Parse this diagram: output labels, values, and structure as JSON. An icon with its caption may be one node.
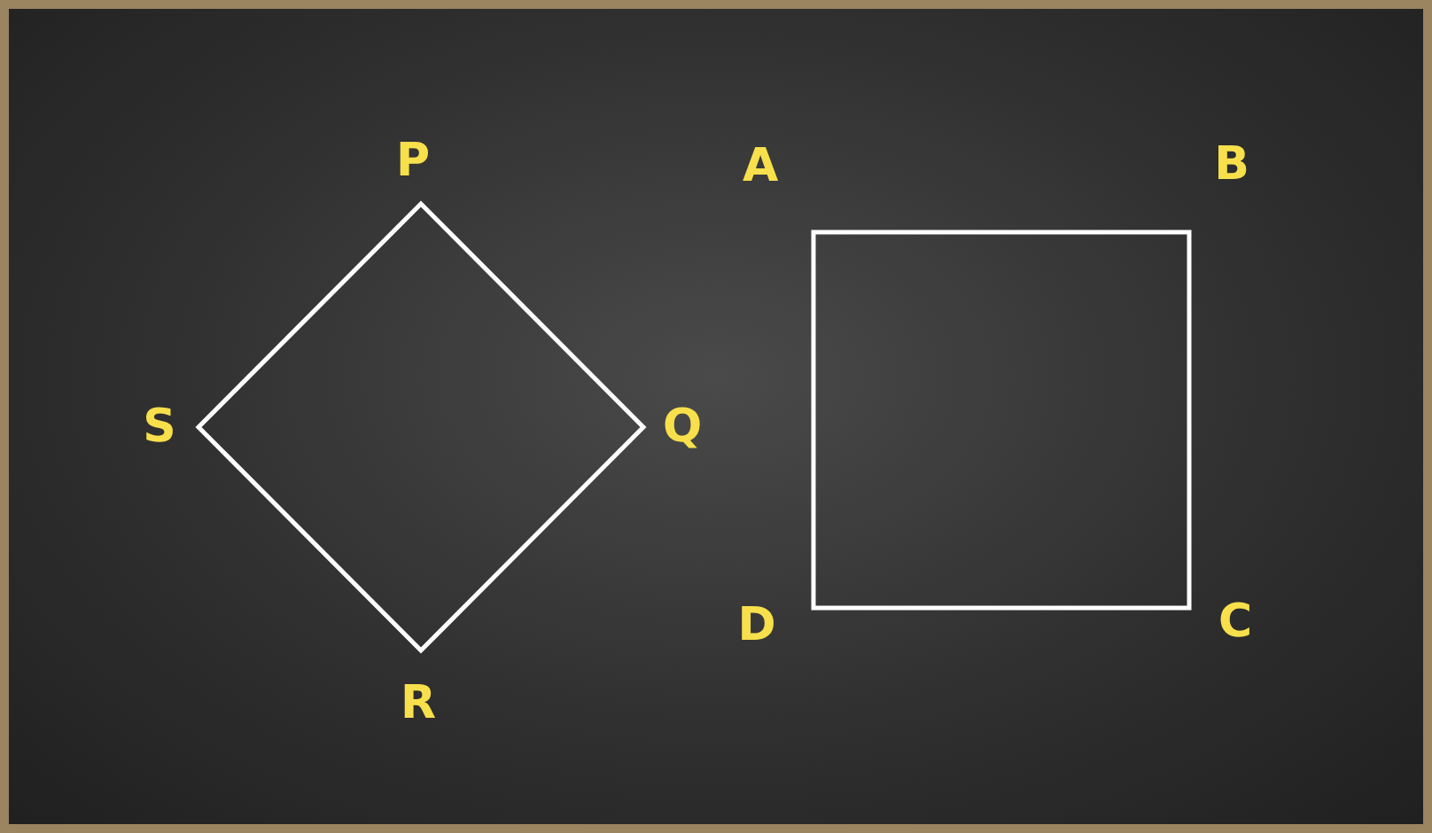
{
  "diagram": {
    "nodes": [
      {
        "text": [],
        "shape": "diamond"
      },
      {
        "text": [],
        "shape": "box"
      }
    ],
    "labels": [
      "P",
      "S",
      "Q",
      "R",
      "A",
      "B",
      "D",
      "C"
    ]
  }
}
